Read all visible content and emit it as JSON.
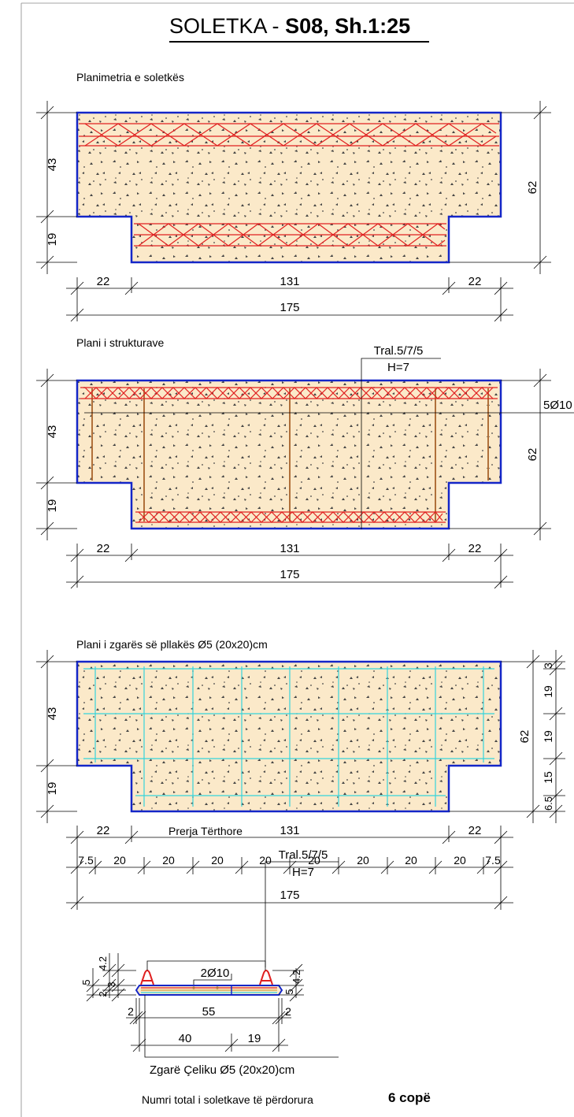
{
  "title": {
    "prefix": "SOLETKA - ",
    "bold": "S08, Sh.1:25"
  },
  "sections": {
    "plan": {
      "title": "Planimetria e soletkës",
      "dims": {
        "left_h": "43",
        "left_h2": "19",
        "right_h": "62",
        "w_left": "22",
        "w_mid": "131",
        "w_right": "22",
        "w_total": "175"
      }
    },
    "structure": {
      "title": "Plani i strukturave",
      "truss_label": "Tral.5/7/5",
      "truss_height": "H=7",
      "rebar_label": "5Ø10",
      "dims": {
        "left_h": "43",
        "left_h2": "19",
        "right_h": "62",
        "w_left": "22",
        "w_mid": "131",
        "w_right": "22",
        "w_total": "175"
      }
    },
    "mesh": {
      "title": "Plani i zgarës së pllakës Ø5 (20x20)cm",
      "dims": {
        "left_h": "43",
        "left_h2": "19",
        "right_h": "62",
        "right_chain": [
          "3",
          "19",
          "19",
          "15",
          "6.5"
        ],
        "w_left": "22",
        "w_mid": "131",
        "w_right": "22",
        "bottom_chain": [
          "7.5",
          "20",
          "20",
          "20",
          "20",
          "20",
          "20",
          "20",
          "20",
          "7.5"
        ],
        "w_total": "175"
      }
    },
    "section": {
      "title": "Prerja Tërthore",
      "truss_label": "Tral.5/7/5",
      "truss_height": "H=7",
      "rebar_label": "2Ø10",
      "left_dims": [
        "4.2",
        "5",
        "2",
        "3"
      ],
      "right_dims": [
        "5",
        "4.2"
      ],
      "bottom_dims": {
        "left_gap": "2",
        "span": "55",
        "right_gap": "2",
        "a": "40",
        "b": "19"
      },
      "mesh_label": "Zgarë Çeliku Ø5 (20x20)cm"
    }
  },
  "total": {
    "label": "Numri total i soletkave të përdorura",
    "count": "6 copë"
  },
  "colors": {
    "outline": "#1426c8",
    "fill": "#fbe9c9",
    "truss": "#e02020",
    "rebar": "#b0703a",
    "mesh": "#35d4dc",
    "dim": "#000000"
  }
}
